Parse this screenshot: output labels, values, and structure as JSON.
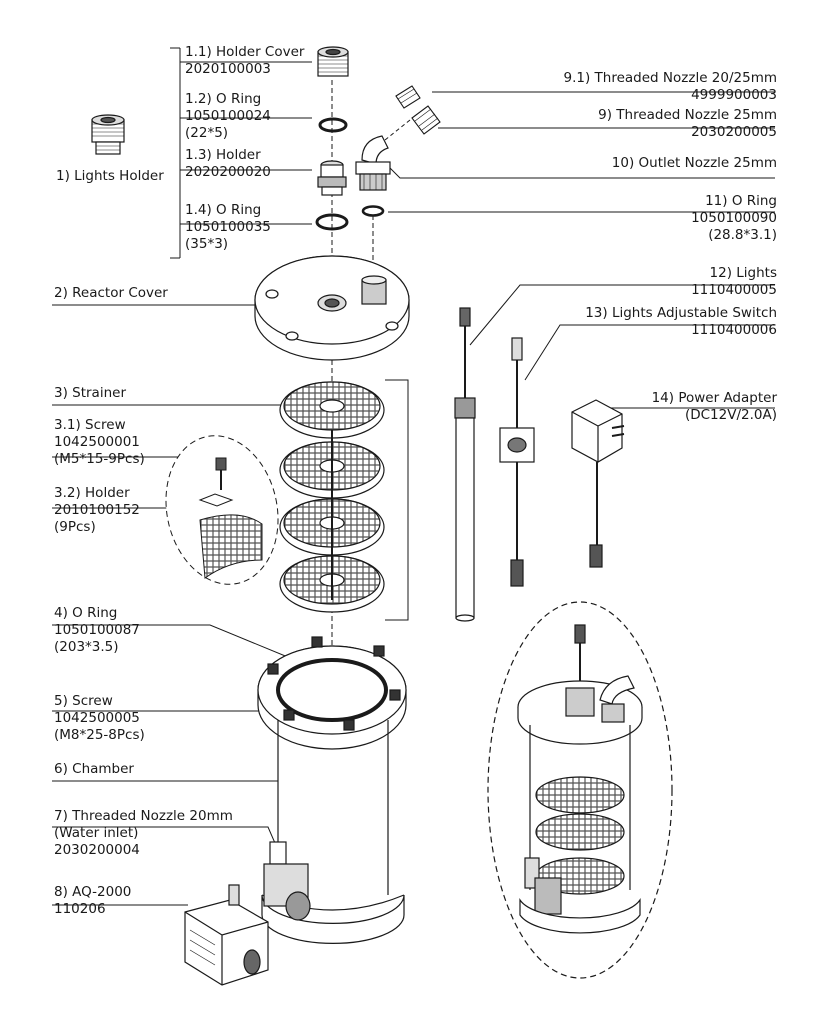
{
  "parts": {
    "lights_holder": {
      "name": "1) Lights Holder"
    },
    "holder_cover": {
      "name": "1.1) Holder Cover",
      "code": "2020100003"
    },
    "o_ring_small": {
      "name": "1.2) O Ring",
      "code": "1050100024",
      "size": "(22*5)"
    },
    "holder": {
      "name": "1.3) Holder",
      "code": "2020200020"
    },
    "o_ring_medium": {
      "name": "1.4) O Ring",
      "code": "1050100035",
      "size": "(35*3)"
    },
    "reactor_cover": {
      "name": "2) Reactor Cover"
    },
    "strainer": {
      "name": "3) Strainer"
    },
    "strainer_screw": {
      "name": "3.1) Screw",
      "code": "1042500001",
      "spec": "(M5*15-9Pcs)"
    },
    "strainer_holder": {
      "name": "3.2) Holder",
      "code": "2010100152",
      "spec": "(9Pcs)"
    },
    "o_ring_large": {
      "name": "4) O Ring",
      "code": "1050100087",
      "size": "(203*3.5)"
    },
    "chamber_screw": {
      "name": "5) Screw",
      "code": "1042500005",
      "spec": "(M8*25-8Pcs)"
    },
    "chamber": {
      "name": "6) Chamber"
    },
    "inlet_nozzle": {
      "name": "7) Threaded Nozzle 20mm",
      "note": "(Water inlet)",
      "code": "2030200004"
    },
    "pump": {
      "name": "8) AQ-2000",
      "code": "110206"
    },
    "nozzle_20_25": {
      "name": "9.1) Threaded Nozzle 20/25mm",
      "code": "4999900003"
    },
    "nozzle_25": {
      "name": "9) Threaded Nozzle 25mm",
      "code": "2030200005"
    },
    "outlet_nozzle": {
      "name": "10) Outlet Nozzle 25mm"
    },
    "o_ring_outlet": {
      "name": "11) O Ring",
      "code": "1050100090",
      "size": "(28.8*3.1)"
    },
    "lights": {
      "name": "12) Lights",
      "code": "1110400005"
    },
    "switch": {
      "name": "13) Lights Adjustable Switch",
      "code": "1110400006"
    },
    "adapter": {
      "name": "14) Power Adapter",
      "spec": "(DC12V/2.0A)"
    }
  },
  "colors": {
    "line": "#1a1a1a",
    "fill": "#ffffff",
    "shade": "#c8c8c8",
    "dark": "#777777"
  }
}
